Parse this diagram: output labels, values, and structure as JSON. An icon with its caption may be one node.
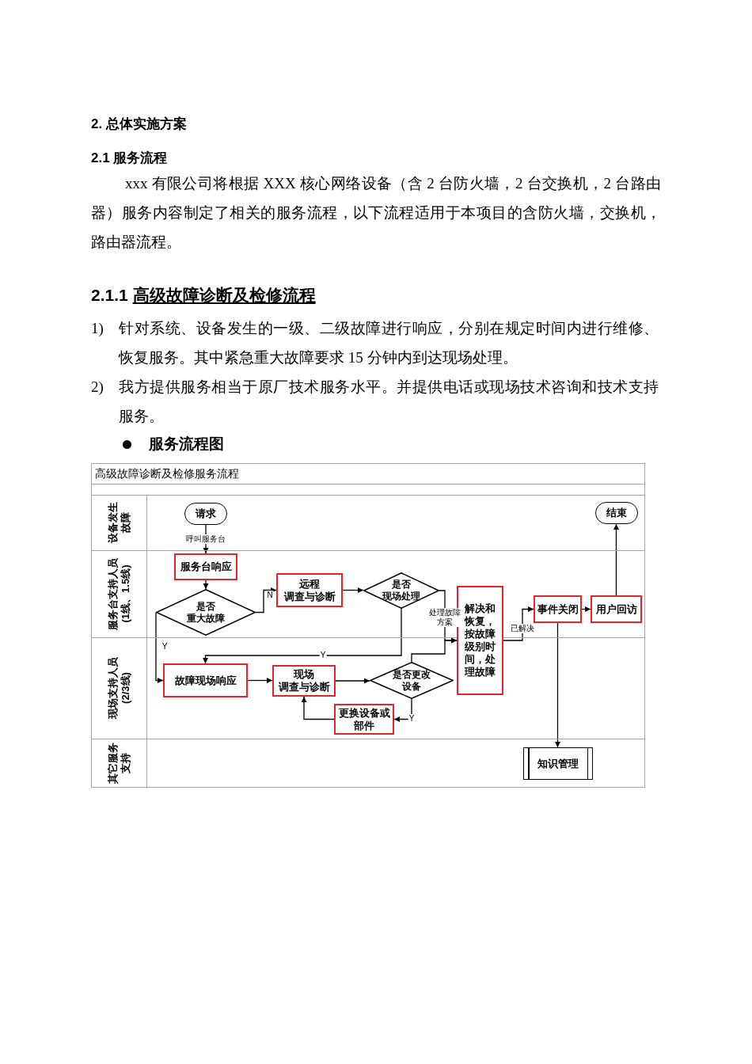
{
  "diagram": {
    "nodes": [
      {
        "text": [
          "高级故障诊断及检修服务流程"
        ]
      },
      {
        "text": [
          "设备发生故障"
        ],
        "in": 0
      },
      {
        "text": [
          "服务台支持人员(1线、1.5线)"
        ],
        "in": 0
      },
      {
        "text": [
          "现场支持人员(2/3线)"
        ],
        "in": 0
      },
      {
        "text": [
          "其它服务支持"
        ],
        "in": 0
      },
      {
        "text": [
          "请求"
        ],
        "in": 1
      },
      {
        "text": [
          "结束"
        ],
        "in": 1
      },
      {
        "text": [
          "服务台响应"
        ],
        "in": 2
      },
      {
        "text": [
          "是否重大故障"
        ],
        "in": 2
      },
      {
        "text": [
          "远程调查与诊断"
        ],
        "in": 2
      },
      {
        "text": [
          "是否现场处理"
        ],
        "in": 2
      },
      {
        "text": [
          "解决和恢复，按故障级别时间，处理故障"
        ],
        "in": 0
      },
      {
        "text": [
          "事件关闭"
        ],
        "in": 2
      },
      {
        "text": [
          "用户回访"
        ],
        "in": 2
      },
      {
        "text": [
          "故障现场响应"
        ],
        "in": 3
      },
      {
        "text": [
          "现场调查与诊断"
        ],
        "in": 3
      },
      {
        "text": [
          "是否更改设备"
        ],
        "in": 3
      },
      {
        "text": [
          "更换设备或部件"
        ],
        "in": 3
      },
      {
        "text": [
          "知识管理"
        ],
        "in": 4
      }
    ],
    "edges": [
      {
        "from": 5,
        "to": 7,
        "arrow": "to",
        "label": "呼叫服务台"
      },
      {
        "from": 7,
        "to": 8,
        "arrow": "to"
      },
      {
        "from": 8,
        "to": 9,
        "arrow": "to",
        "label": "N"
      },
      {
        "from": 8,
        "to": 14,
        "arrow": "to",
        "label": "Y"
      },
      {
        "from": 9,
        "to": 10,
        "arrow": "to"
      },
      {
        "from": 10,
        "to": 14,
        "arrow": "to",
        "label": "Y"
      },
      {
        "from": 10,
        "to": 11,
        "arrow": "to",
        "label": "处理故障方案"
      },
      {
        "from": 14,
        "to": 15,
        "arrow": "to"
      },
      {
        "from": 15,
        "to": 16,
        "arrow": "to"
      },
      {
        "from": 16,
        "to": 11,
        "arrow": "to"
      },
      {
        "from": 16,
        "to": 17,
        "arrow": "to",
        "label": "Y"
      },
      {
        "from": 17,
        "to": 15,
        "arrow": "to"
      },
      {
        "from": 11,
        "to": 12,
        "arrow": "to",
        "label": "已解决"
      },
      {
        "from": 12,
        "to": 13,
        "arrow": "to"
      },
      {
        "from": 13,
        "to": 6,
        "arrow": "to"
      },
      {
        "from": 12,
        "to": 18,
        "arrow": "to"
      }
    ],
    "labels": [
      "2. 总体实施方案",
      "2.1 服务流程",
      "xxx 有限公司将根据 XXX 核心网络设备（含 2 台防火墙，2 台交换机，2 台路由器）服务内容制定了相关的服务流程，以下流程适用于本项目的含防火墙，交换机，路由器流程。",
      "2.1.1 高级故障诊断及检修流程",
      "1)",
      "针对系统、设备发生的一级、二级故障进行响应，分别在规定时间内进行维修、恢复服务。其中紧急重大故障要求 15 分钟内到达现场处理。",
      "2)",
      "我方提供服务相当于原厂技术服务水平。并提供电话或现场技术咨询和技术支持服务。",
      "服务流程图"
    ]
  }
}
